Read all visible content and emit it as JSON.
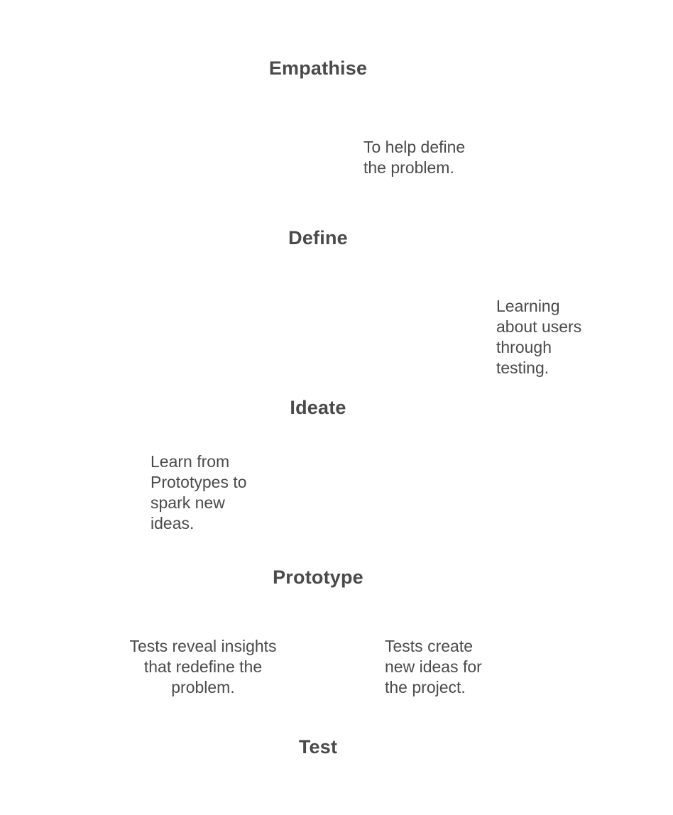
{
  "stages": {
    "empathise": "Empathise",
    "define": "Define",
    "ideate": "Ideate",
    "prototype": "Prototype",
    "test": "Test"
  },
  "notes": {
    "help_define": [
      "To help define",
      "the problem."
    ],
    "learning_users": [
      "Learning",
      "about users",
      "through",
      "testing."
    ],
    "learn_prototypes": [
      "Learn from",
      "Prototypes to",
      "spark new",
      "ideas."
    ],
    "tests_reveal": [
      "Tests reveal insights",
      "that redefine the",
      "problem."
    ],
    "tests_create": [
      "Tests create",
      "new ideas for",
      "the project."
    ]
  }
}
